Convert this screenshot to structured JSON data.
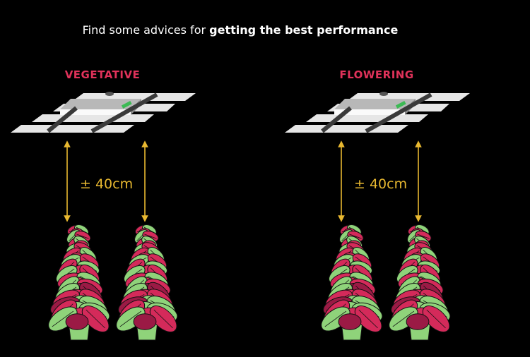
{
  "title": {
    "prefix": "Find some advices for ",
    "bold": "getting the best performance"
  },
  "colors": {
    "accent": "#e0325a",
    "arrow": "#e8b830",
    "leaf_green": "#8fd37a",
    "leaf_red": "#d42a5a",
    "leaf_dark": "#9b1a45"
  },
  "panels": [
    {
      "label": "VEGETATIVE",
      "distance": "± 40cm"
    },
    {
      "label": "FLOWERING",
      "distance": "± 40cm"
    }
  ]
}
